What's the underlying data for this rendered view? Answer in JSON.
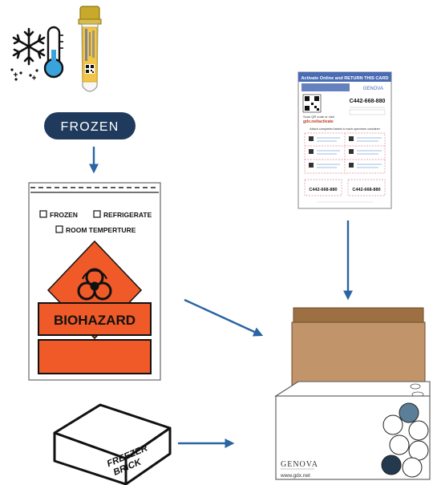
{
  "colors": {
    "navy": "#1f3a5c",
    "arrow": "#2a64a3",
    "biohazard": "#f05a28",
    "thermo_blue": "#3aa3dc",
    "cap": "#c9a92c",
    "tube_label": "#f2c44a",
    "cardboard_dark": "#9c7042",
    "cardboard": "#c1946a",
    "card_header": "#4a6cb4",
    "vial_dark": "#24394d",
    "vial_steel": "#5b7f98"
  },
  "icons": [
    "snowflake-icon",
    "thermometer-icon",
    "biohazard-icon",
    "qr-code-icon"
  ],
  "frozen_badge": {
    "label": "FROZEN"
  },
  "specimen_bag": {
    "checkboxes": [
      {
        "label": "FROZEN",
        "checked": false
      },
      {
        "label": "REFRIGERATE",
        "checked": false
      },
      {
        "label": "ROOM TEMPERTURE",
        "checked": false
      }
    ],
    "hazard_label": "BIOHAZARD"
  },
  "activation_card": {
    "title": "Activate Online and RETURN THIS CARD",
    "brand": "GENOVA",
    "accession_number": "C442-668-880",
    "scan_text": "Scan QR code or visit",
    "url": "gdx.net/activate",
    "attach_text": "Attach completed labels to each specimen container",
    "id_left": "C442-668-880",
    "id_right": "C442-668-880"
  },
  "freezer_brick": {
    "line1": "FREEZER",
    "line2": "BRICK"
  },
  "kit_box": {
    "brand": "GENOVA",
    "url": "www.gdx.net"
  }
}
